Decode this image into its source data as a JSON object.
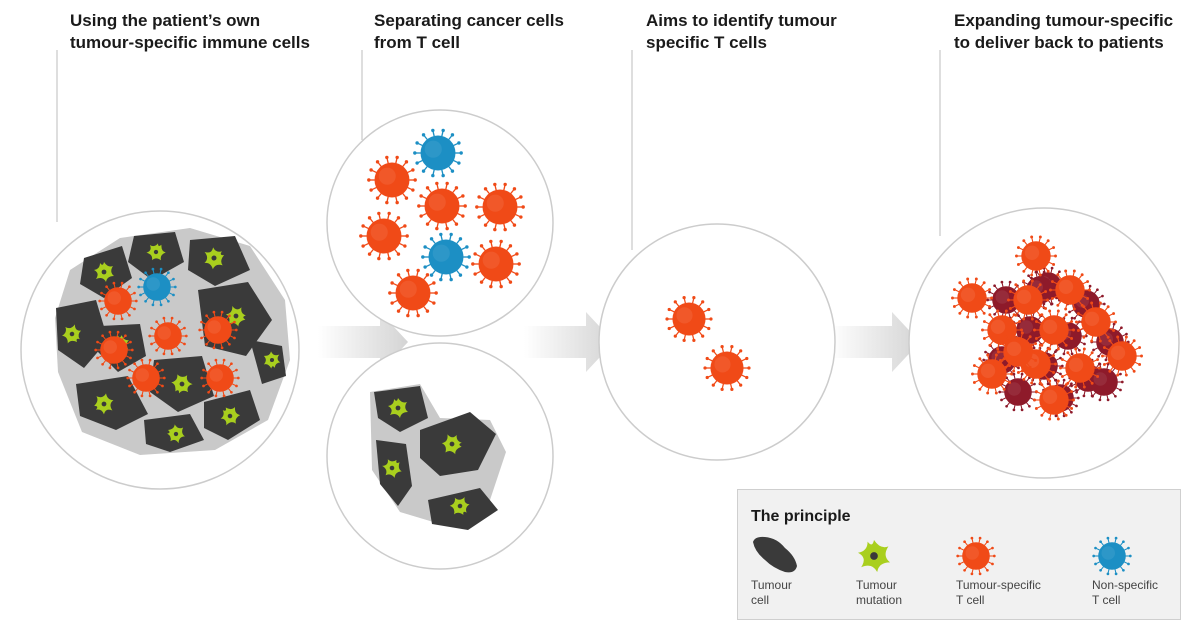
{
  "steps": [
    {
      "line1": "Using the patient’s own",
      "line2": "tumour-specific immune cells"
    },
    {
      "line1": "Separating cancer cells",
      "line2": "from T cell"
    },
    {
      "line1": "Aims to identify tumour",
      "line2": "specific T cells"
    },
    {
      "line1": "Expanding tumour-specific",
      "line2": "to deliver back to patients"
    }
  ],
  "legend": {
    "title": "The principle",
    "items": [
      {
        "line1": "Tumour",
        "line2": "cell",
        "icon": "tumour-cell-icon"
      },
      {
        "line1": "Tumour",
        "line2": "mutation",
        "icon": "tumour-mutation-icon"
      },
      {
        "line1": "Tumour-specific",
        "line2": "T cell",
        "icon": "tumour-specific-t-cell-icon"
      },
      {
        "line1": "Non-specific",
        "line2": "T cell",
        "icon": "non-specific-t-cell-icon"
      }
    ]
  },
  "colors": {
    "tumour_specific": "#f04a17",
    "non_specific": "#1c8fc4",
    "expanded_dark": "#8e1a2a",
    "tumour_cell": "#3a3a3a",
    "mutation": "#a9cf1e",
    "circle_stroke": "#cccccc",
    "arrow": "#d9d9d9"
  }
}
